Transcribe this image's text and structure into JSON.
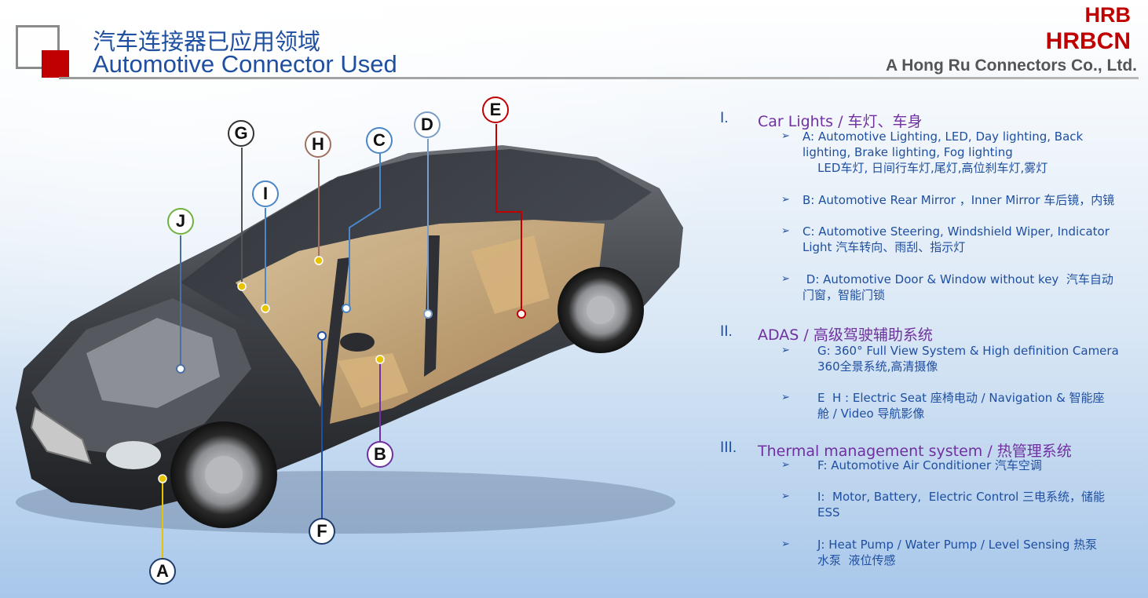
{
  "header": {
    "title_cn": "汽车连接器已应用领域",
    "title_en": "Automotive Connector Used",
    "brand_line1": "HRB",
    "brand_line2": "HRBCN",
    "company": "A Hong Ru Connectors Co., Ltd."
  },
  "callouts": {
    "A": "A",
    "B": "B",
    "C": "C",
    "D": "D",
    "E": "E",
    "F": "F",
    "G": "G",
    "H": "H",
    "I": "I",
    "J": "J"
  },
  "colors": {
    "accent_red": "#c00000",
    "title_blue": "#1f4fa0",
    "section_purple": "#7030a0",
    "callout_yellow": "#e8c300",
    "callout_purple": "#7030a0",
    "callout_red": "#c00000",
    "callout_green": "#70b040"
  },
  "sections": [
    {
      "num": "I.",
      "title": "Car Lights / 车灯、车身",
      "items": [
        {
          "lines": [
            "A: Automotive Lighting, LED, Day lighting, Back",
            "lighting,    Brake lighting, Fog lighting",
            "    LED车灯, 日间行车灯,尾灯,高位刹车灯,雾灯"
          ]
        },
        {
          "lines": [
            "B: Automotive Rear Mirror ，Inner Mirror 车后镜，内镜"
          ]
        },
        {
          "lines": [
            "C: Automotive Steering, Windshield Wiper, Indicator",
            "Light 汽车转向、雨刮、指示灯"
          ]
        },
        {
          "lines": [
            " D: Automotive Door & Window without key  汽车自动",
            "门窗，智能门锁"
          ]
        }
      ]
    },
    {
      "num": "II.",
      "title": "ADAS / 高级驾驶辅助系统",
      "items": [
        {
          "lines": [
            "G: 360° Full View System & High definition Camera",
            "360全景系统,高清摄像"
          ]
        },
        {
          "lines": [
            "E  H : Electric Seat 座椅电动 / Navigation & 智能座",
            "舱 / Video 导航影像"
          ]
        }
      ]
    },
    {
      "num": "III.",
      "title": "Thermal management system / 热管理系统",
      "items": [
        {
          "lines": [
            "F: Automotive Air Conditioner 汽车空调"
          ]
        },
        {
          "lines": [
            "I:  Motor, Battery,  Electric Control 三电系统，储能",
            "ESS"
          ]
        },
        {
          "lines": [
            "J: Heat Pump / Water Pump / Level Sensing 热泵",
            "水泵  液位传感"
          ]
        }
      ]
    }
  ],
  "arrow_glyph": "➢"
}
